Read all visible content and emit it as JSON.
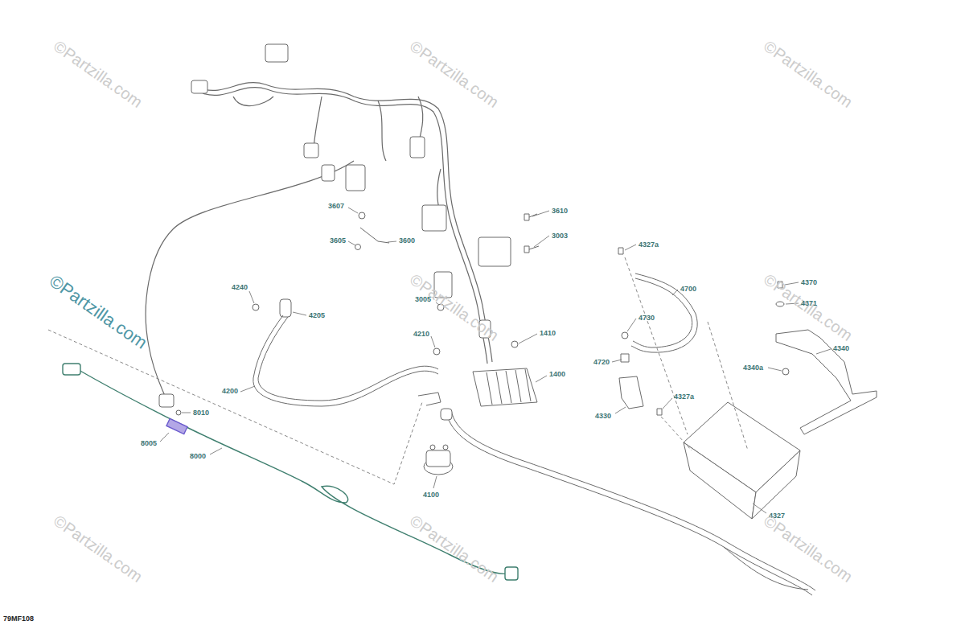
{
  "diagram": {
    "labels": [
      "©Partzilla.com",
      "©Partzilla.com",
      "©Partzilla.com",
      "3607",
      "3610",
      "3605",
      "3600",
      "3003",
      "4327a",
      "©Partzilla.com",
      "©Partzilla.com",
      "©Partzilla.com",
      "4700",
      "4370",
      "4371",
      "4240",
      "4205",
      "3005",
      "4210",
      "1410",
      "4730",
      "4340",
      "4720",
      "4340a",
      "4200",
      "1400",
      "8010",
      "4330",
      "4327a",
      "8005",
      "8000",
      "4100",
      "4327",
      "©Partzilla.com",
      "©Partzilla.com",
      "©Partzilla.com",
      "79MF108"
    ]
  }
}
